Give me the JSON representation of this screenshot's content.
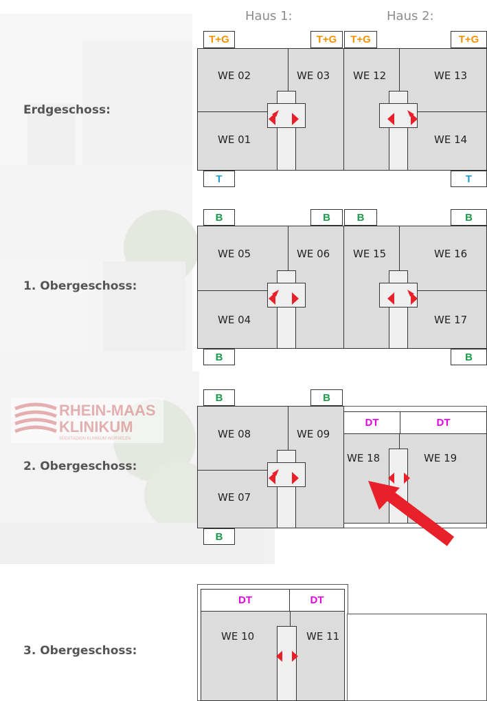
{
  "houses": [
    "Haus 1:",
    "Haus 2:"
  ],
  "floors": {
    "eg": "Erdgeschoss:",
    "og1": "1. Obergeschoss:",
    "og2": "2. Obergeschoss:",
    "og3": "3. Obergeschoss:"
  },
  "units": {
    "we01": "WE 01",
    "we02": "WE 02",
    "we03": "WE 03",
    "we04": "WE 04",
    "we05": "WE 05",
    "we06": "WE 06",
    "we07": "WE 07",
    "we08": "WE 08",
    "we09": "WE 09",
    "we10": "WE 10",
    "we11": "WE 11",
    "we12": "WE 12",
    "we13": "WE 13",
    "we14": "WE 14",
    "we15": "WE 15",
    "we16": "WE 16",
    "we17": "WE 17",
    "we18": "WE 18",
    "we19": "WE 19"
  },
  "tags": {
    "tg": "T+G",
    "t": "T",
    "b": "B",
    "dt": "DT"
  },
  "logo": {
    "line1": "RHEIN-MAAS",
    "line2": "KLINIKUM",
    "tagline": "SÜDSTADION KLINIKUM WÜRSELEN"
  },
  "colors": {
    "tg": "#f39200",
    "t": "#1a9bd7",
    "b": "#1a9a4a",
    "dt": "#e600e6",
    "arrow": "#e8202a"
  }
}
